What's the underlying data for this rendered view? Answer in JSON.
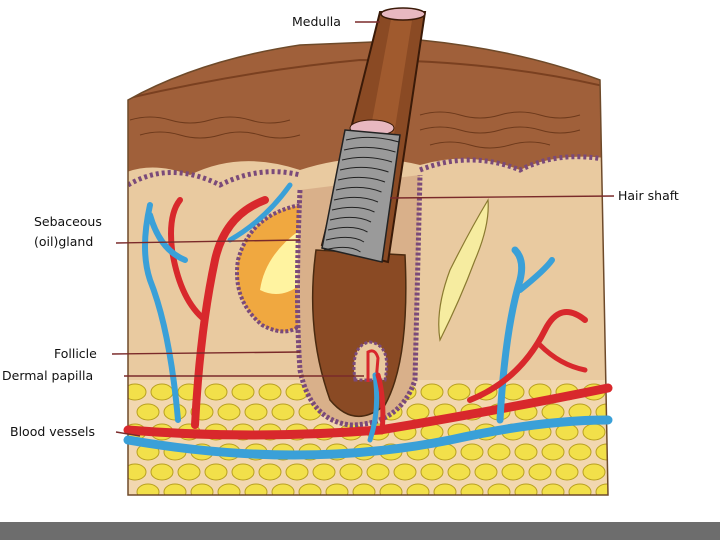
{
  "diagram": {
    "labels": {
      "medulla": "Medulla",
      "hair_shaft": "Hair shaft",
      "sebaceous_line1": "Sebaceous",
      "sebaceous_line2": "(oil)gland",
      "follicle": "Follicle",
      "dermal_papilla": "Dermal papilla",
      "blood_vessels": "Blood vessels"
    }
  },
  "colors": {
    "epidermis": "#a0603a",
    "dermis": "#e9caa0",
    "hypodermis": "#f2d7b0",
    "fat": "#f2e04a",
    "hair": "#8a4a24",
    "artery": "#d8282c",
    "vein": "#3aa0d8",
    "gland": "#f0a840",
    "footer": "#6d6d6d"
  }
}
